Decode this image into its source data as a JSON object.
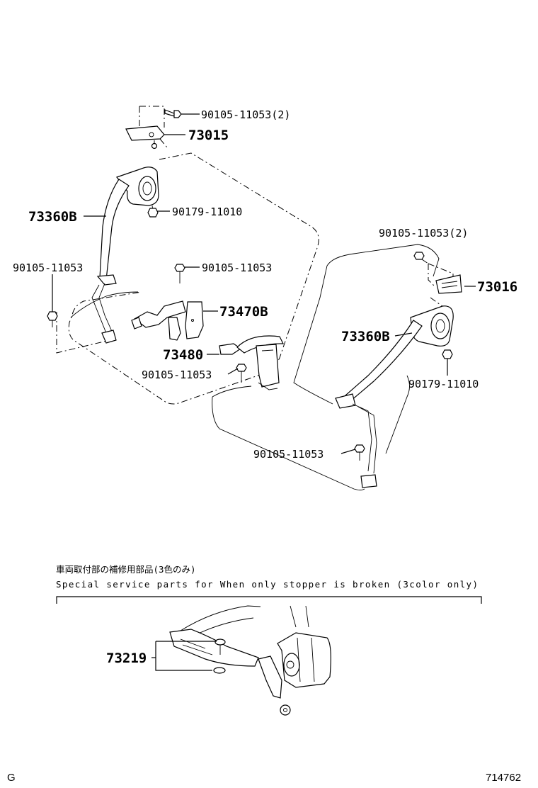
{
  "labels": {
    "p_90105_11053_2_top": "90105-11053(2)",
    "p_73015": "73015",
    "p_73360B_left": "73360B",
    "p_90179_11010_left": "90179-11010",
    "p_90105_11053_left": "90105-11053",
    "p_90105_11053_mid": "90105-11053",
    "p_73470B": "73470B",
    "p_73480": "73480",
    "p_90105_11053_lower": "90105-11053",
    "p_90105_11053_2_right": "90105-11053(2)",
    "p_73016": "73016",
    "p_73360B_right": "73360B",
    "p_90179_11010_right": "90179-11010",
    "p_90105_11053_bottom": "90105-11053",
    "p_73219": "73219"
  },
  "notes": {
    "japanese": "車両取付部の補修用部品(3色のみ)",
    "english": "Special service parts for When only stopper is broken (3color only)"
  },
  "footer": {
    "left_code": "G",
    "right_code": "714762"
  }
}
